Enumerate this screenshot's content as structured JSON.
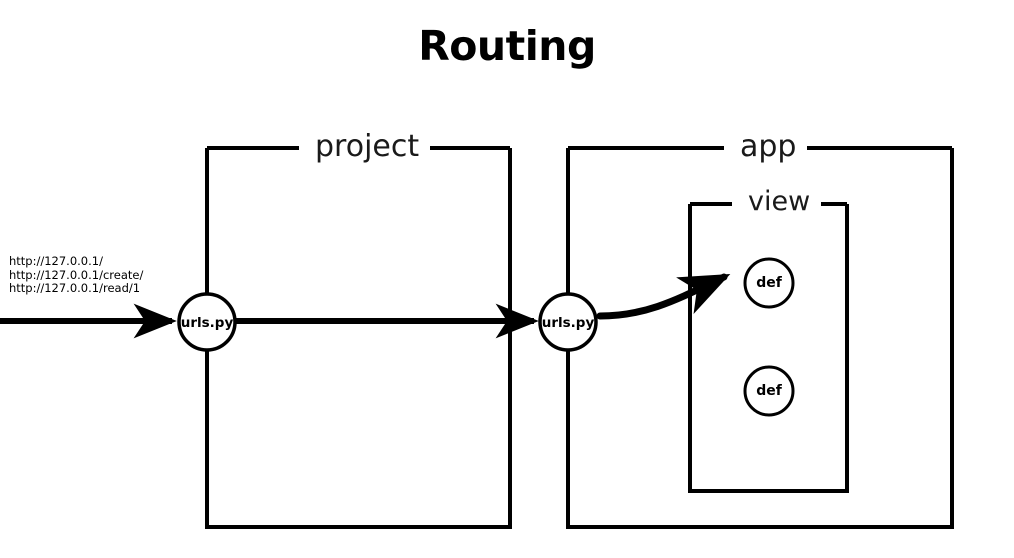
{
  "title": "Routing",
  "boxes": {
    "project": {
      "legend": "project"
    },
    "app": {
      "legend": "app"
    },
    "view": {
      "legend": "view"
    }
  },
  "request_urls": [
    "http://127.0.0.1/",
    "http://127.0.0.1/create/",
    "http://127.0.0.1/read/1"
  ],
  "nodes": {
    "project_urls": "urls.py",
    "app_urls": "urls.py",
    "view_def_1": "def",
    "view_def_2": "def"
  },
  "colors": {
    "stroke": "#000000",
    "background": "#ffffff",
    "text": "#000000"
  }
}
